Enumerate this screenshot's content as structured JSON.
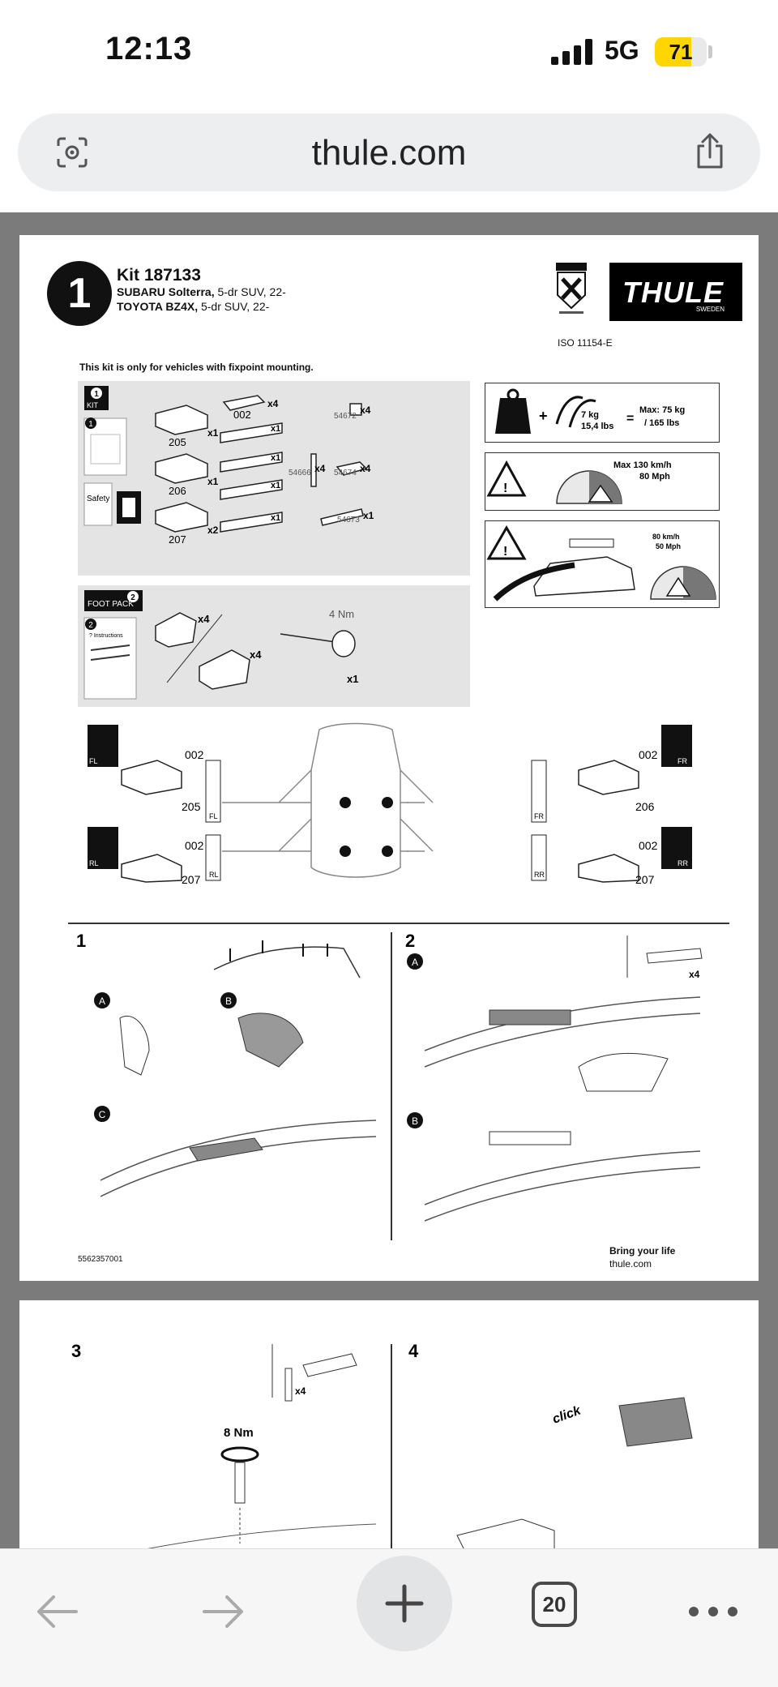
{
  "status_bar": {
    "time": "12:13",
    "network": "5G",
    "battery": "71",
    "battery_level": 0.71
  },
  "browser": {
    "url": "thule.com",
    "tab_count": "20"
  },
  "page1": {
    "step_number": "1",
    "kit_title": "Kit 187133",
    "vehicle1_bold": "SUBARU Solterra,",
    "vehicle1_rest": " 5-dr SUV, 22-",
    "vehicle2_bold": "TOYOTA BZ4X,",
    "vehicle2_rest": " 5-dr SUV, 22-",
    "brand": "THULE",
    "brand_sub": "SWEDEN",
    "iso": "ISO 11154-E",
    "note": "This kit is only for vehicles with fixpoint mounting.",
    "kit_panel": {
      "tag_num": "1",
      "tag": "KIT",
      "doc_num": "1",
      "safety": "Safety",
      "parts": [
        {
          "code": "205",
          "qty": "x1"
        },
        {
          "code": "206",
          "qty": "x1"
        },
        {
          "code": "207",
          "qty": "x2"
        },
        {
          "code": "002",
          "qty": "x4"
        },
        {
          "code": "54672",
          "qty": "x4"
        },
        {
          "code": "54666",
          "qty": "x4"
        },
        {
          "code": "54674",
          "qty": "x4"
        },
        {
          "code": "54673",
          "qty": "x1"
        }
      ],
      "pad_qtys": [
        "x1",
        "x1",
        "x1",
        "x1"
      ]
    },
    "foot_panel": {
      "tag": "FOOT PACK",
      "tag_num": "2",
      "doc_num": "2",
      "doc_text": "? Instructions",
      "foot_qty1": "x4",
      "foot_qty2": "x4",
      "torque": "4 Nm",
      "tool_qty": "x1"
    },
    "warnings": {
      "load_kg": "7 kg",
      "load_lbs": "15,4 lbs",
      "equals": "=",
      "max_load": "Max: 75 kg",
      "max_load_lbs": "/ 165 lbs",
      "max_speed": "Max  130 km/h",
      "max_speed_mph": "80 Mph",
      "speed_kmh": "80 km/h",
      "speed_mph": "50 Mph"
    },
    "positions": {
      "fl": "FL",
      "fr": "FR",
      "rl": "RL",
      "rr": "RR",
      "fl_code": "205",
      "fr_code": "206",
      "rl_code": "207",
      "rr_code": "207",
      "top_code": "002"
    },
    "step1": {
      "num": "1",
      "a": "A",
      "b": "B",
      "c": "C"
    },
    "step2": {
      "num": "2",
      "a": "A",
      "b": "B",
      "qty": "x4"
    },
    "doc_id": "5562357001",
    "slogan": "Bring your life",
    "website": "thule.com"
  },
  "page2": {
    "step3": {
      "num": "3",
      "qty": "x4",
      "torque": "8 Nm"
    },
    "step4": {
      "num": "4",
      "click": "click"
    }
  },
  "colors": {
    "battery": "#ffd600",
    "viewer_bg": "#7b7b7b",
    "panel": "#e4e4e4"
  }
}
